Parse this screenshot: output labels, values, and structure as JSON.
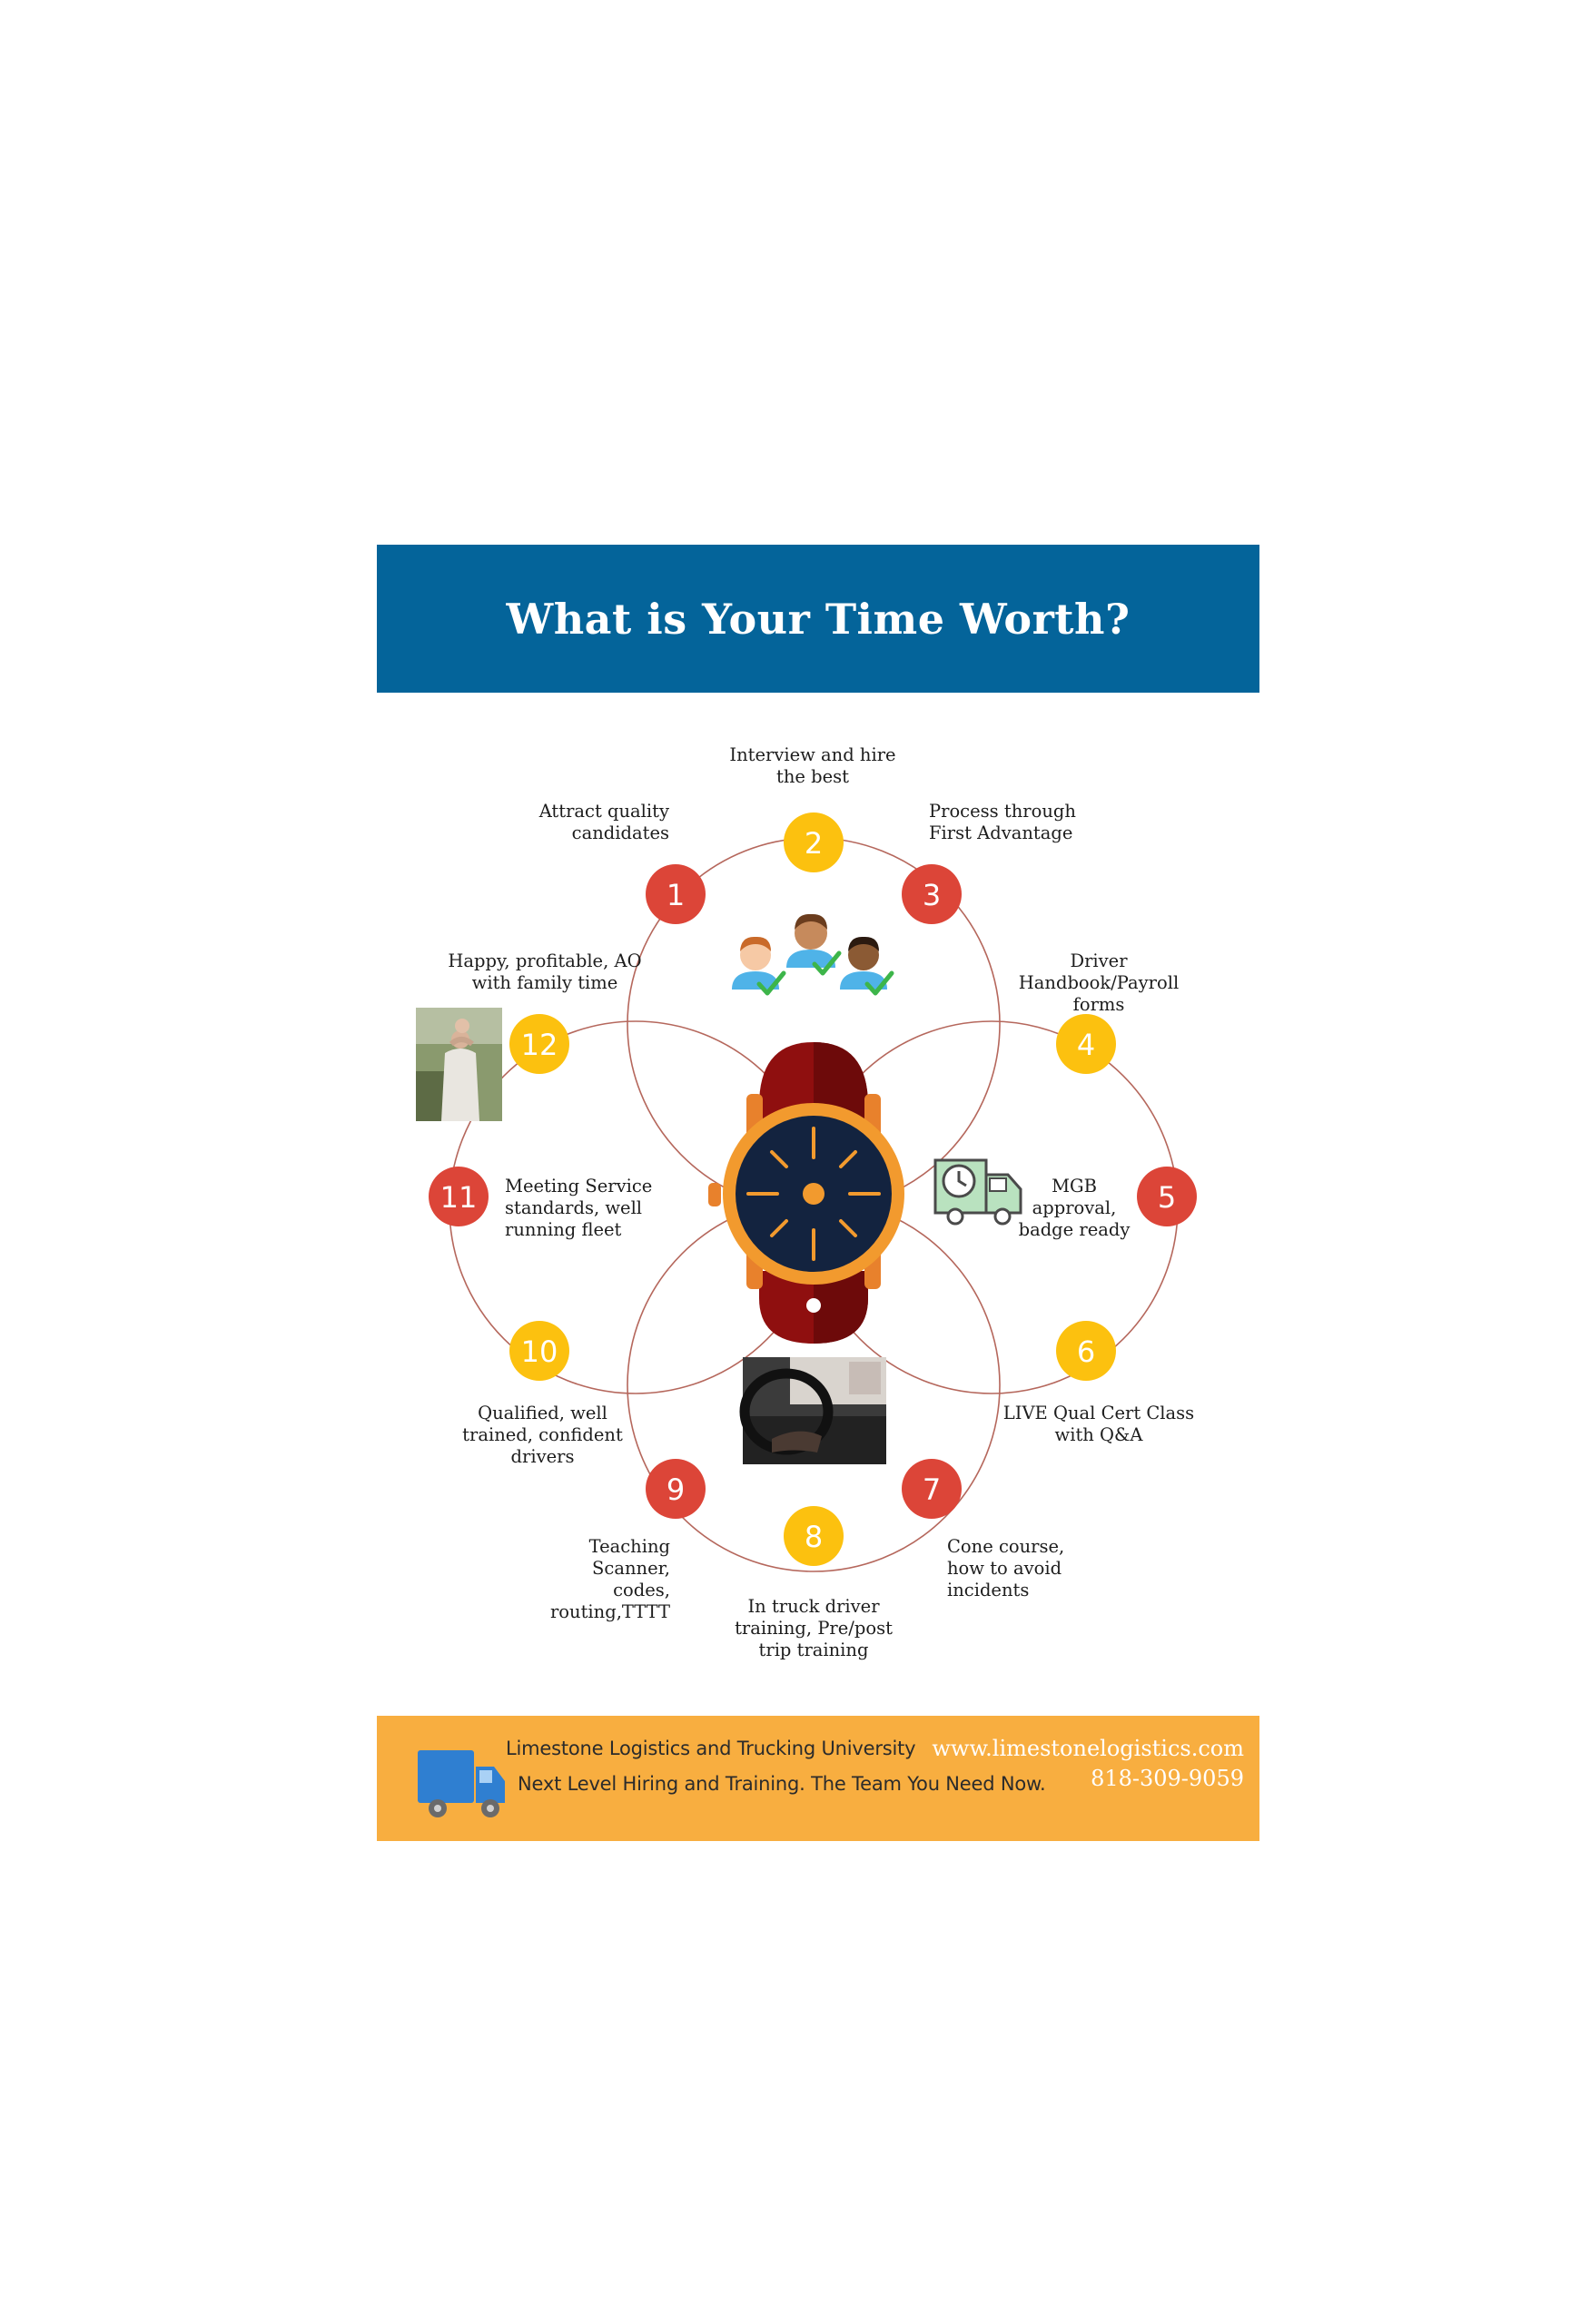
{
  "title": "What is Your Time Worth?",
  "steps": [
    {
      "num": "1",
      "label": [
        "Attract quality",
        "candidates"
      ],
      "color": "#dc4538"
    },
    {
      "num": "2",
      "label": [
        "Interview and hire",
        "the best"
      ],
      "color": "#fcc10f"
    },
    {
      "num": "3",
      "label": [
        "Process through",
        "First Advantage"
      ],
      "color": "#dc4538"
    },
    {
      "num": "4",
      "label": [
        "Driver",
        "Handbook/Payroll",
        "forms"
      ],
      "color": "#fcc10f"
    },
    {
      "num": "5",
      "label": [
        "MGB",
        "approval,",
        "badge ready"
      ],
      "color": "#dc4538"
    },
    {
      "num": "6",
      "label": [
        "LIVE Qual Cert Class",
        "with Q&A"
      ],
      "color": "#fcc10f"
    },
    {
      "num": "7",
      "label": [
        "Cone course,",
        "how to avoid",
        "incidents"
      ],
      "color": "#dc4538"
    },
    {
      "num": "8",
      "label": [
        "In truck driver",
        "training, Pre/post",
        "trip training"
      ],
      "color": "#fcc10f"
    },
    {
      "num": "9",
      "label": [
        "Teaching",
        "Scanner,",
        "codes,",
        "routing,TTTT"
      ],
      "color": "#dc4538"
    },
    {
      "num": "10",
      "label": [
        "Qualified, well",
        "trained, confident",
        "drivers"
      ],
      "color": "#fcc10f"
    },
    {
      "num": "11",
      "label": [
        "Meeting Service",
        "standards, well",
        "running fleet"
      ],
      "color": "#dc4538"
    },
    {
      "num": "12",
      "label": [
        "Happy, profitable, AO",
        "with family time"
      ],
      "color": "#fcc10f"
    }
  ],
  "footer": {
    "company": "Limestone Logistics and Trucking University",
    "tagline": "Next Level Hiring and Training.  The Team You Need Now.",
    "website": "www.limestonelogistics.com",
    "phone": "818-309-9059"
  },
  "icons": [
    "people-check-icon",
    "delivery-truck-clock-icon",
    "wristwatch-icon",
    "blue-truck-icon",
    "family-photo",
    "steering-wheel-photo"
  ],
  "colors": {
    "header": "#04649a",
    "footer": "#f8ae40",
    "red": "#dc4538",
    "yellow": "#fcc10f",
    "line": "#b5675c"
  }
}
